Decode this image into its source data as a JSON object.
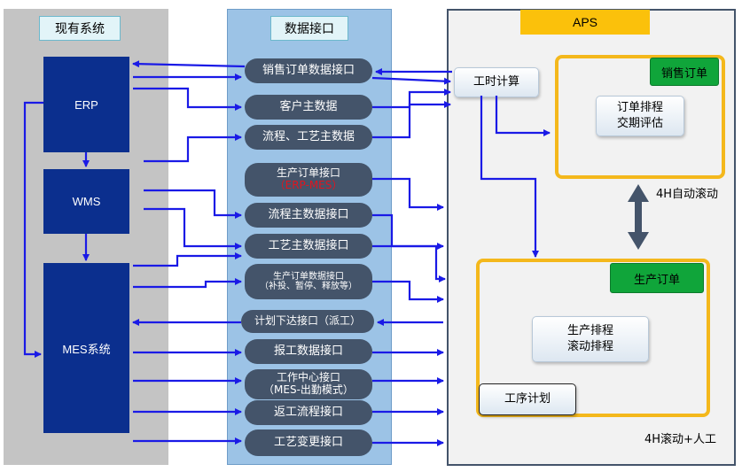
{
  "left_panel": {
    "title": "现有系统"
  },
  "mid_panel": {
    "title": "数据接口"
  },
  "right_panel": {
    "title": "APS"
  },
  "systems": {
    "erp": "ERP",
    "wms": "WMS",
    "mes": "MES系统"
  },
  "interfaces": [
    {
      "line1": "销售订单数据接口",
      "line2": ""
    },
    {
      "line1": "客户主数据",
      "line2": ""
    },
    {
      "line1": "流程、工艺主数据",
      "line2": ""
    },
    {
      "line1": "生产订单接口",
      "line2": "（ERP-MES）"
    },
    {
      "line1": "流程主数据接口",
      "line2": ""
    },
    {
      "line1": "工艺主数据接口",
      "line2": ""
    },
    {
      "line1": "生产订单数据接口",
      "line2": "（补投、暂停、释放等）"
    },
    {
      "line1": "计划下达接口（派工）",
      "line2": ""
    },
    {
      "line1": "报工数据接口",
      "line2": ""
    },
    {
      "line1": "工作中心接口",
      "line2": "（MES-出勤模式）"
    },
    {
      "line1": "返工流程接口",
      "line2": ""
    },
    {
      "line1": "工艺变更接口",
      "line2": ""
    }
  ],
  "aps": {
    "work_hours": "工时计算",
    "sales_order_tag": "销售订单",
    "sales_order_box": [
      "订单排程",
      "交期评估"
    ],
    "auto_rolling": "4H自动滚动",
    "production_order_tag": "生产订单",
    "production_box": [
      "生产排程",
      "滚动排程"
    ],
    "process_plan": "工序计划",
    "manual_rolling": "4H滚动+人工"
  },
  "colors": {
    "arrow": "#1a1ae6",
    "system_block": "#0b2f8e",
    "pill": "#44546a",
    "frame": "#f4b81c",
    "tag": "#10a53a",
    "left_bg": "#c4c4c4",
    "mid_bg": "#9cc3e6"
  }
}
